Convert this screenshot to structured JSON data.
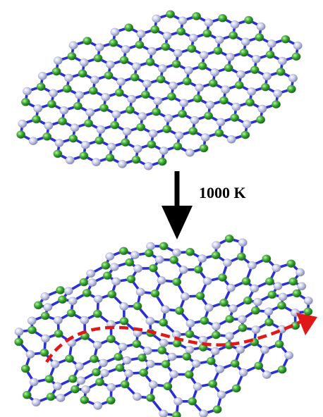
{
  "annotation": {
    "temperature_label": "1000 K"
  },
  "colors": {
    "bond": "#2a2fd6",
    "atom_green": "#2e9a2e",
    "atom_lavender": "#b8bde6",
    "arrow_black": "#000000",
    "path_red": "#e01818"
  },
  "structure": {
    "type": "hexagonal-lattice",
    "atom_types": [
      "green",
      "lavender"
    ]
  }
}
